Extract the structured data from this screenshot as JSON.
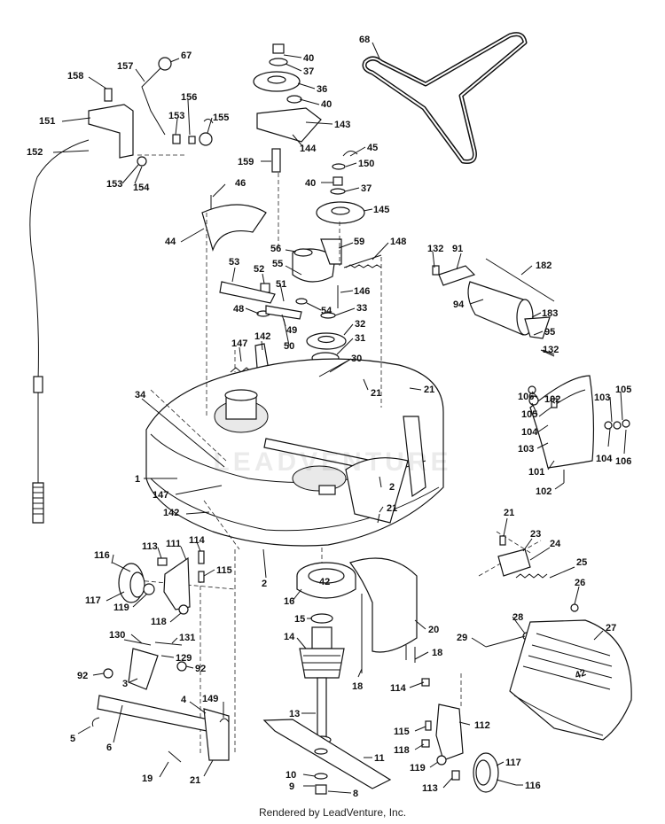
{
  "credit": "Rendered by LeadVenture, Inc.",
  "watermark": "LEADVENTURE",
  "decals": {
    "deck_label": "42",
    "shield_label": "42"
  },
  "callouts": [
    {
      "id": "c68",
      "text": "68"
    },
    {
      "id": "c67",
      "text": "67"
    },
    {
      "id": "c157",
      "text": "157"
    },
    {
      "id": "c158",
      "text": "158"
    },
    {
      "id": "c151",
      "text": "151"
    },
    {
      "id": "c156",
      "text": "156"
    },
    {
      "id": "c153a",
      "text": "153"
    },
    {
      "id": "c155",
      "text": "155"
    },
    {
      "id": "c152",
      "text": "152"
    },
    {
      "id": "c153b",
      "text": "153"
    },
    {
      "id": "c154",
      "text": "154"
    },
    {
      "id": "c40a",
      "text": "40"
    },
    {
      "id": "c37a",
      "text": "37"
    },
    {
      "id": "c36",
      "text": "36"
    },
    {
      "id": "c40b",
      "text": "40"
    },
    {
      "id": "c143",
      "text": "143"
    },
    {
      "id": "c144",
      "text": "144"
    },
    {
      "id": "c159",
      "text": "159"
    },
    {
      "id": "c45",
      "text": "45"
    },
    {
      "id": "c150",
      "text": "150"
    },
    {
      "id": "c40c",
      "text": "40"
    },
    {
      "id": "c37b",
      "text": "37"
    },
    {
      "id": "c46",
      "text": "46"
    },
    {
      "id": "c145",
      "text": "145"
    },
    {
      "id": "c44",
      "text": "44"
    },
    {
      "id": "c56",
      "text": "56"
    },
    {
      "id": "c59",
      "text": "59"
    },
    {
      "id": "c148",
      "text": "148"
    },
    {
      "id": "c53",
      "text": "53"
    },
    {
      "id": "c55",
      "text": "55"
    },
    {
      "id": "c52",
      "text": "52"
    },
    {
      "id": "c51",
      "text": "51"
    },
    {
      "id": "c146",
      "text": "146"
    },
    {
      "id": "c48",
      "text": "48"
    },
    {
      "id": "c54",
      "text": "54"
    },
    {
      "id": "c33",
      "text": "33"
    },
    {
      "id": "c32",
      "text": "32"
    },
    {
      "id": "c49",
      "text": "49"
    },
    {
      "id": "c50",
      "text": "50"
    },
    {
      "id": "c31",
      "text": "31"
    },
    {
      "id": "c147a",
      "text": "147"
    },
    {
      "id": "c142a",
      "text": "142"
    },
    {
      "id": "c30",
      "text": "30"
    },
    {
      "id": "c132a",
      "text": "132"
    },
    {
      "id": "c91",
      "text": "91"
    },
    {
      "id": "c182",
      "text": "182"
    },
    {
      "id": "c94",
      "text": "94"
    },
    {
      "id": "c183",
      "text": "183"
    },
    {
      "id": "c95",
      "text": "95"
    },
    {
      "id": "c132b",
      "text": "132"
    },
    {
      "id": "c34",
      "text": "34"
    },
    {
      "id": "c21a",
      "text": "21"
    },
    {
      "id": "c21b",
      "text": "21"
    },
    {
      "id": "c106a",
      "text": "106"
    },
    {
      "id": "c102a",
      "text": "102"
    },
    {
      "id": "c103a",
      "text": "103"
    },
    {
      "id": "c105a",
      "text": "105"
    },
    {
      "id": "c105b",
      "text": "105"
    },
    {
      "id": "c104a",
      "text": "104"
    },
    {
      "id": "c103b",
      "text": "103"
    },
    {
      "id": "c104b",
      "text": "104"
    },
    {
      "id": "c106b",
      "text": "106"
    },
    {
      "id": "c101",
      "text": "101"
    },
    {
      "id": "c102b",
      "text": "102"
    },
    {
      "id": "c1",
      "text": "1"
    },
    {
      "id": "c147b",
      "text": "147"
    },
    {
      "id": "c2a",
      "text": "2"
    },
    {
      "id": "c21c",
      "text": "21"
    },
    {
      "id": "c142b",
      "text": "142"
    },
    {
      "id": "c21d",
      "text": "21"
    },
    {
      "id": "c23",
      "text": "23"
    },
    {
      "id": "c24",
      "text": "24"
    },
    {
      "id": "c25",
      "text": "25"
    },
    {
      "id": "c26",
      "text": "26"
    },
    {
      "id": "c116a",
      "text": "116"
    },
    {
      "id": "c113a",
      "text": "113"
    },
    {
      "id": "c111",
      "text": "111"
    },
    {
      "id": "c114a",
      "text": "114"
    },
    {
      "id": "c115a",
      "text": "115"
    },
    {
      "id": "c2b",
      "text": "2"
    },
    {
      "id": "c117a",
      "text": "117"
    },
    {
      "id": "c119a",
      "text": "119"
    },
    {
      "id": "c16",
      "text": "16"
    },
    {
      "id": "c118a",
      "text": "118"
    },
    {
      "id": "c15",
      "text": "15"
    },
    {
      "id": "c28",
      "text": "28"
    },
    {
      "id": "c27",
      "text": "27"
    },
    {
      "id": "c130",
      "text": "130"
    },
    {
      "id": "c131",
      "text": "131"
    },
    {
      "id": "c14",
      "text": "14"
    },
    {
      "id": "c20",
      "text": "20"
    },
    {
      "id": "c29",
      "text": "29"
    },
    {
      "id": "c129",
      "text": "129"
    },
    {
      "id": "c92a",
      "text": "92"
    },
    {
      "id": "c92b",
      "text": "92"
    },
    {
      "id": "c3",
      "text": "3"
    },
    {
      "id": "c18a",
      "text": "18"
    },
    {
      "id": "c18b",
      "text": "18"
    },
    {
      "id": "c114b",
      "text": "114"
    },
    {
      "id": "c4",
      "text": "4"
    },
    {
      "id": "c149",
      "text": "149"
    },
    {
      "id": "c13",
      "text": "13"
    },
    {
      "id": "c5",
      "text": "5"
    },
    {
      "id": "c6",
      "text": "6"
    },
    {
      "id": "c112",
      "text": "112"
    },
    {
      "id": "c115b",
      "text": "115"
    },
    {
      "id": "c11",
      "text": "11"
    },
    {
      "id": "c118b",
      "text": "118"
    },
    {
      "id": "c117b",
      "text": "117"
    },
    {
      "id": "c119b",
      "text": "119"
    },
    {
      "id": "c19",
      "text": "19"
    },
    {
      "id": "c21e",
      "text": "21"
    },
    {
      "id": "c10",
      "text": "10"
    },
    {
      "id": "c9",
      "text": "9"
    },
    {
      "id": "c8",
      "text": "8"
    },
    {
      "id": "c113b",
      "text": "113"
    },
    {
      "id": "c116b",
      "text": "116"
    }
  ]
}
